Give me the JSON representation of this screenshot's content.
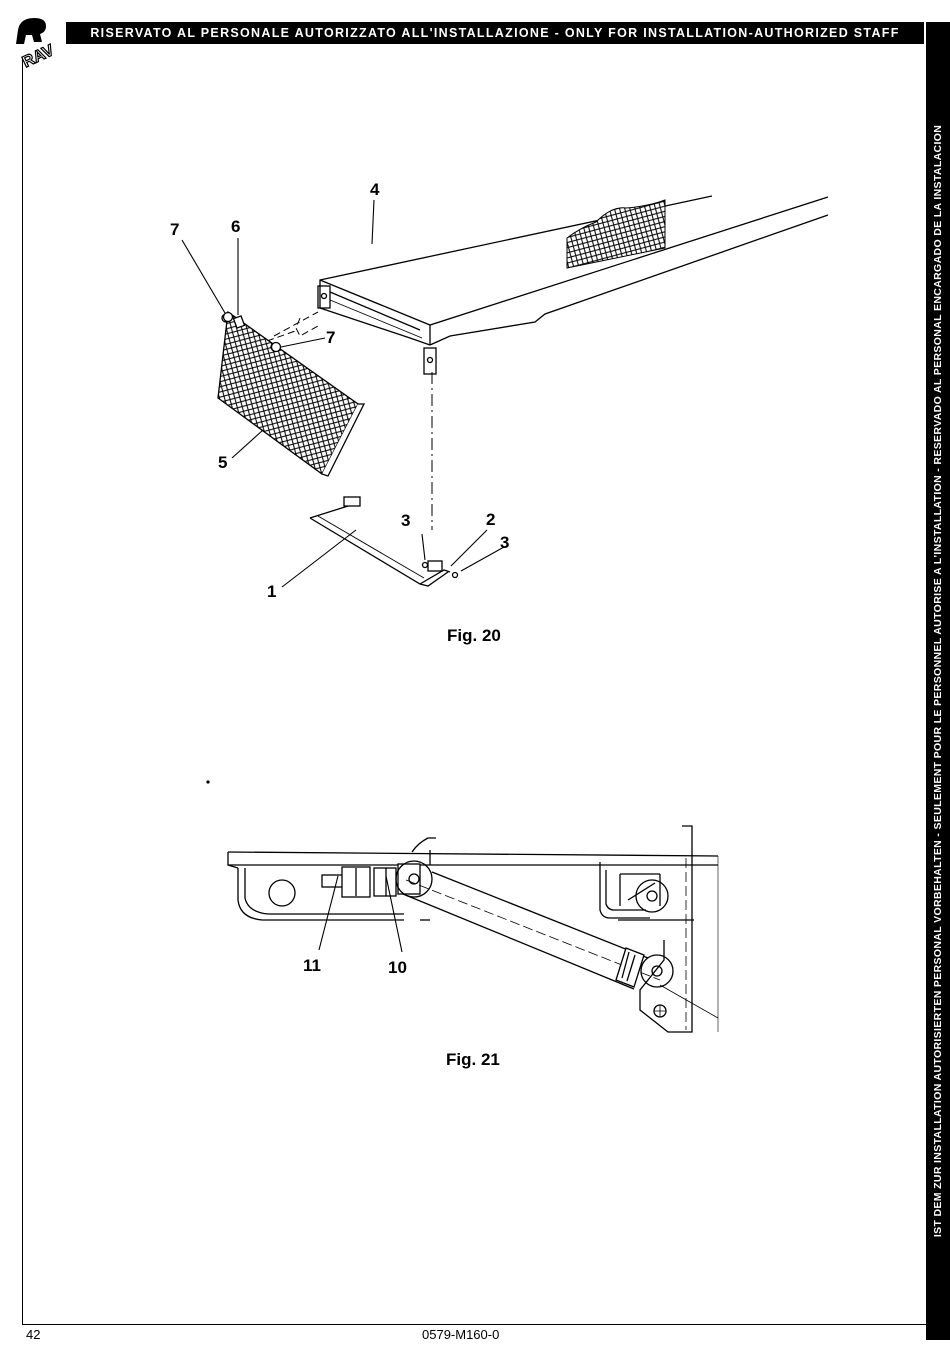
{
  "header": {
    "banner_text": "RISERVATO AL PERSONALE AUTORIZZATO ALL'INSTALLAZIONE - ONLY FOR INSTALLATION-AUTHORIZED STAFF",
    "side_text": "IST DEM ZUR INSTALLATION AUTORISIERTEN PERSONAL VORBEHALTEN - SEULEMENT POUR LE PERSONNEL AUTORISE A L'INSTALLATION - RESERVADO AL PERSONAL ENCARGADO DE LA INSTALACION",
    "logo_text": "RAV"
  },
  "figure20": {
    "caption": "Fig. 20",
    "callouts": {
      "c1": "1",
      "c2": "2",
      "c3a": "3",
      "c3b": "3",
      "c4": "4",
      "c5": "5",
      "c6": "6",
      "c7a": "7",
      "c7b": "7"
    }
  },
  "figure21": {
    "caption": "Fig. 21",
    "callouts": {
      "c10": "10",
      "c11": "11"
    }
  },
  "footer": {
    "page_number": "42",
    "document_code": "0579-M160-0"
  }
}
